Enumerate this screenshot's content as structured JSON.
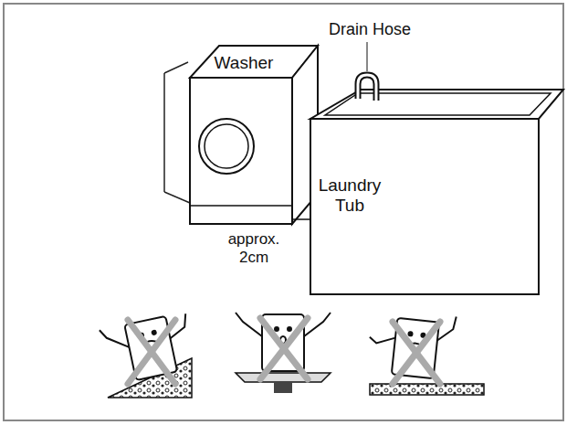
{
  "diagram": {
    "labels": [
      "Drain Hose",
      "Washer",
      "Laundry Tub",
      "approx. 2cm"
    ]
  }
}
